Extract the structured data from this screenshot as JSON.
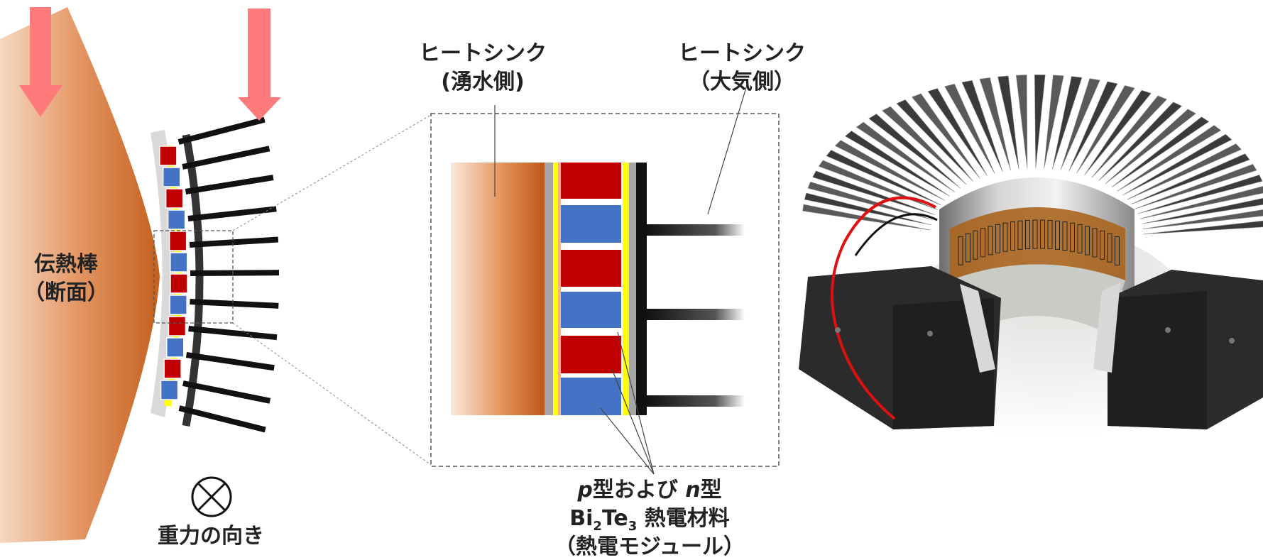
{
  "left_panel": {
    "rod_label_line1": "伝熱棒",
    "rod_label_line2": "（断面）",
    "gravity_symbol": "⊗",
    "gravity_label": "重力の向き"
  },
  "center_panel": {
    "heatsink_spring_line1": "ヒートシンク",
    "heatsink_spring_line2": "(湧水側)",
    "heatsink_air_line1": "ヒートシンク",
    "heatsink_air_line2": "（大気側）",
    "material_line1_p": "p",
    "material_line1_mid": "型および ",
    "material_line1_n": "n",
    "material_line1_end": "型",
    "material_line2_bi": "Bi",
    "material_line2_sub2": "2",
    "material_line2_te": "Te",
    "material_line2_sub3": "3",
    "material_line2_end": " 熱電材料",
    "material_line3": "（熱電モジュール）"
  },
  "colors": {
    "rod": "#c4601f",
    "p_type": "#c00000",
    "n_type": "#4472c4",
    "heat_arrow": "#ff7b7b",
    "solder": "#ffff00",
    "fin": "#111111",
    "plate": "#a6a6a6"
  }
}
